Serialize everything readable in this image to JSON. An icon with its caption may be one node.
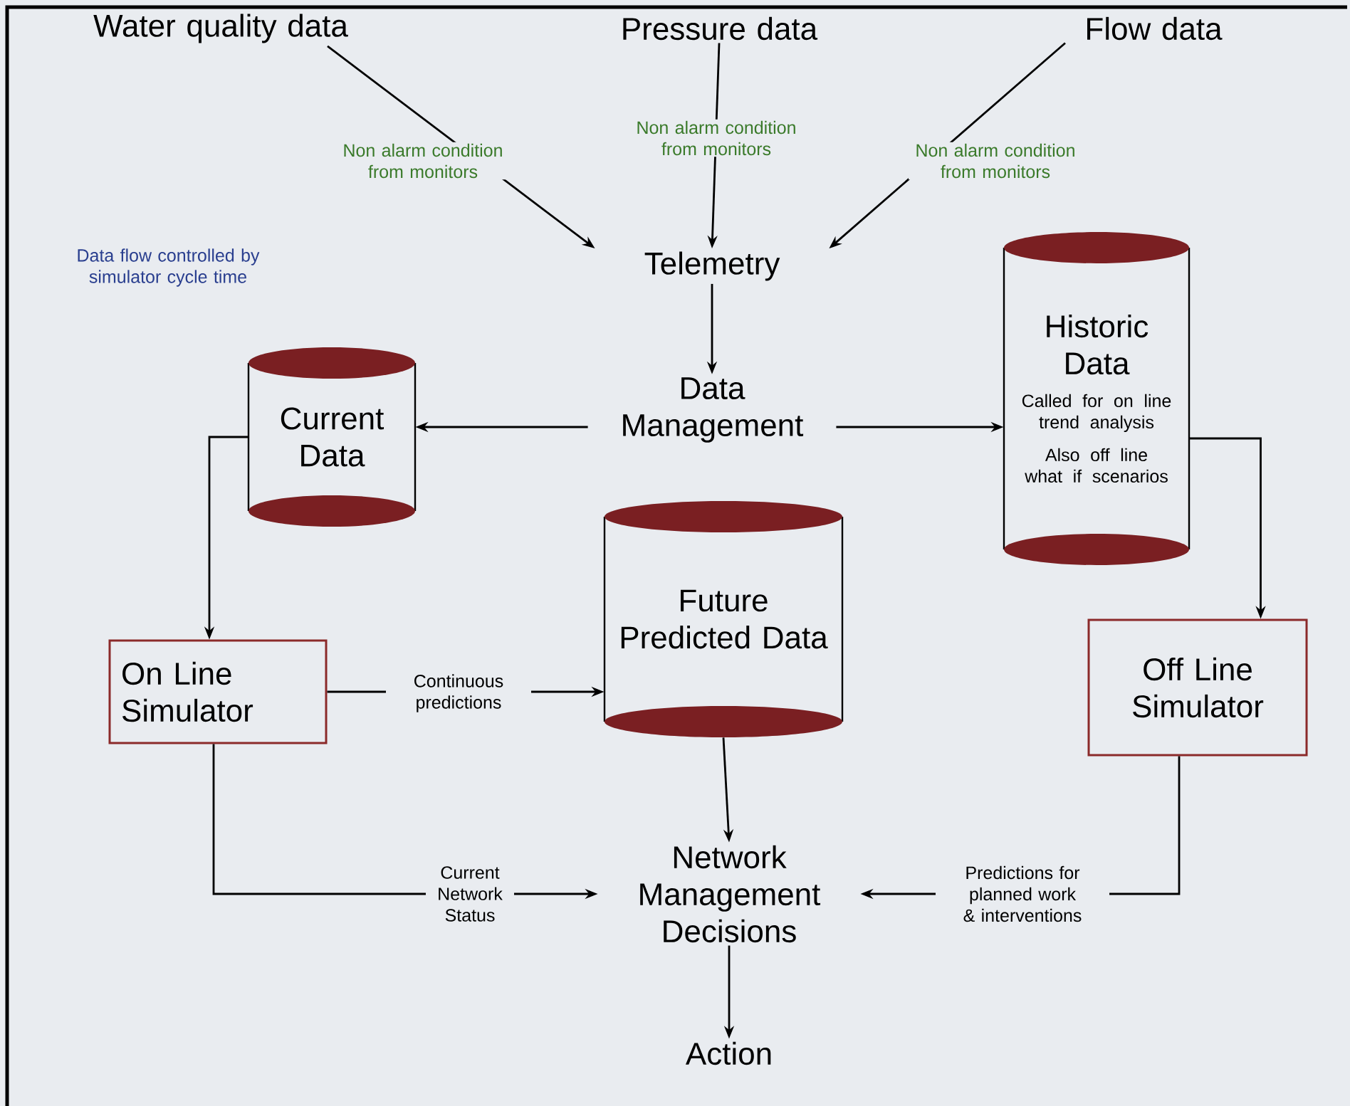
{
  "diagram": {
    "nodes": [
      {
        "text": [
          "Water quality data"
        ]
      },
      {
        "text": [
          "Pressure data"
        ]
      },
      {
        "text": [
          "Flow data"
        ]
      },
      {
        "text": [
          "Telemetry"
        ]
      },
      {
        "text": [
          "Data Management"
        ]
      },
      {
        "text": [
          "Current Data"
        ]
      },
      {
        "text": [
          "Historic Data",
          "Called for on line trend analysis",
          "Also off line what if scenarios"
        ]
      },
      {
        "text": [
          "Future Predicted Data"
        ]
      },
      {
        "text": [
          "On Line Simulator"
        ]
      },
      {
        "text": [
          "Off Line Simulator"
        ]
      },
      {
        "text": [
          "Network Management Decisions"
        ]
      },
      {
        "text": [
          "Action"
        ]
      }
    ],
    "edges": [
      {
        "from": 0,
        "to": 3,
        "arrow": "to",
        "label": "Non alarm condition from monitors"
      },
      {
        "from": 1,
        "to": 3,
        "arrow": "to",
        "label": "Non alarm condition from monitors"
      },
      {
        "from": 2,
        "to": 3,
        "arrow": "to",
        "label": "Non alarm condition from monitors"
      },
      {
        "from": 3,
        "to": 4,
        "arrow": "to"
      },
      {
        "from": 4,
        "to": 5,
        "arrow": "to"
      },
      {
        "from": 4,
        "to": 6,
        "arrow": "to"
      },
      {
        "from": 5,
        "to": 8,
        "arrow": "to"
      },
      {
        "from": 6,
        "to": 9,
        "arrow": "to"
      },
      {
        "from": 8,
        "to": 7,
        "arrow": "to",
        "label": "Continuous predictions"
      },
      {
        "from": 7,
        "to": 10,
        "arrow": "to"
      },
      {
        "from": 8,
        "to": 10,
        "arrow": "to",
        "label": "Current Network Status"
      },
      {
        "from": 9,
        "to": 10,
        "arrow": "to",
        "label": "Predictions for planned work & interventions"
      },
      {
        "from": 10,
        "to": 11,
        "arrow": "to"
      }
    ],
    "labels": [
      "Data flow controlled by simulator cycle time"
    ]
  }
}
